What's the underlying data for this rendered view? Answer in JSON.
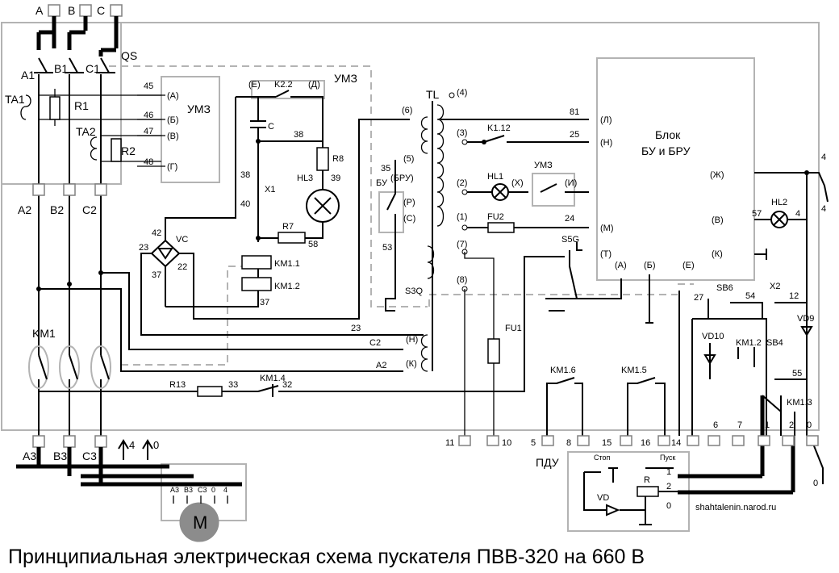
{
  "title": "Принципиальная электрическая схема пускателя ПВВ-320 на 660 В",
  "watermark": "shahtalenin.narod.ru",
  "mains": {
    "phase_a": "A",
    "phase_b": "B",
    "phase_c": "C",
    "switch": "QS"
  },
  "power": {
    "a1": "A1",
    "b1": "B1",
    "c1": "C1",
    "a2": "A2",
    "b2": "B2",
    "c2": "C2",
    "a3": "A3",
    "b3": "B3",
    "c3": "C3",
    "ta1": "TA1",
    "ta2": "TA2",
    "r1": "R1",
    "r2": "R2",
    "km1": "KM1",
    "out4": "4",
    "out0": "0"
  },
  "motor": {
    "label": "M",
    "terms": [
      "A3",
      "B3",
      "C3",
      "0",
      "4"
    ]
  },
  "umz_left": {
    "label": "УМЗ",
    "wires": [
      "45",
      "46",
      "47",
      "48"
    ],
    "inputs": [
      "(А)",
      "(Б)",
      "(В)",
      "(Г)"
    ]
  },
  "umz_top": {
    "label": "УМЗ",
    "e": "(Е)",
    "d": "(Д)",
    "k22": "K2.2",
    "c": "C",
    "w38a": "38",
    "w38b": "38",
    "x1": "X1",
    "w40": "40",
    "r8": "R8",
    "hl3": "HL3",
    "w39": "39",
    "r7": "R7",
    "w58": "58",
    "km11": "KM1.1",
    "km12": "KM1.2",
    "w37b": "37",
    "vc": "VC",
    "w42": "42",
    "w23": "23",
    "w22": "22",
    "w37": "37"
  },
  "transformer": {
    "label": "TL",
    "taps": [
      "(4)",
      "(6)",
      "(3)",
      "(5)",
      "(2)",
      "(1)",
      "(7)",
      "(8)"
    ]
  },
  "bu": {
    "bu": "БУ",
    "bru": "(БРУ)",
    "w35": "35",
    "p": "(Р)",
    "s": "(С)",
    "w53": "53",
    "s3q": "S3Q"
  },
  "bottom_wires": {
    "w23": "23",
    "c2h": "C2",
    "h": "(Н)",
    "a2k": "A2",
    "k": "(К)",
    "r13": "R13",
    "w33": "33",
    "km14": "KM1.4",
    "w32": "32"
  },
  "block": {
    "name_line1": "Блок",
    "name_line2": "БУ и БРУ",
    "w81": "81",
    "l": "(Л)",
    "k112": "K1.12",
    "w25": "25",
    "n": "(Н)",
    "hl1": "HL1",
    "x": "(X)",
    "umz": "УМЗ",
    "i": "(И)",
    "fu2": "FU2",
    "w24": "24",
    "m": "(М)",
    "s5g": "S5G",
    "t": "(Т)",
    "a": "(А)",
    "b": "(Б)",
    "e": "(Е)",
    "zh": "(Ж)",
    "v": "(В)",
    "hl2": "HL2",
    "w57": "57",
    "w4": "4",
    "kk": "(К)"
  },
  "right": {
    "sb6": "SB6",
    "w27": "27",
    "w54": "54",
    "x2": "X2",
    "w12": "12",
    "vd10": "VD10",
    "vd9": "VD9",
    "km12": "KM1.2",
    "sb4": "SB4",
    "w55": "55",
    "km13": "KM1.3",
    "fu1": "FU1",
    "km16": "KM1.6",
    "km15": "KM1.5",
    "w4top": "4",
    "w4r": "4",
    "w0r": "0"
  },
  "terminals": [
    "11",
    "10",
    "5",
    "8",
    "15",
    "16",
    "14",
    "6",
    "7",
    "1",
    "2",
    "0"
  ],
  "pdu": {
    "label": "ПДУ",
    "stop": "Стоп",
    "start": "Пуск",
    "vd": "VD",
    "r": "R",
    "n1": "1",
    "n2": "2",
    "n0": "0"
  }
}
